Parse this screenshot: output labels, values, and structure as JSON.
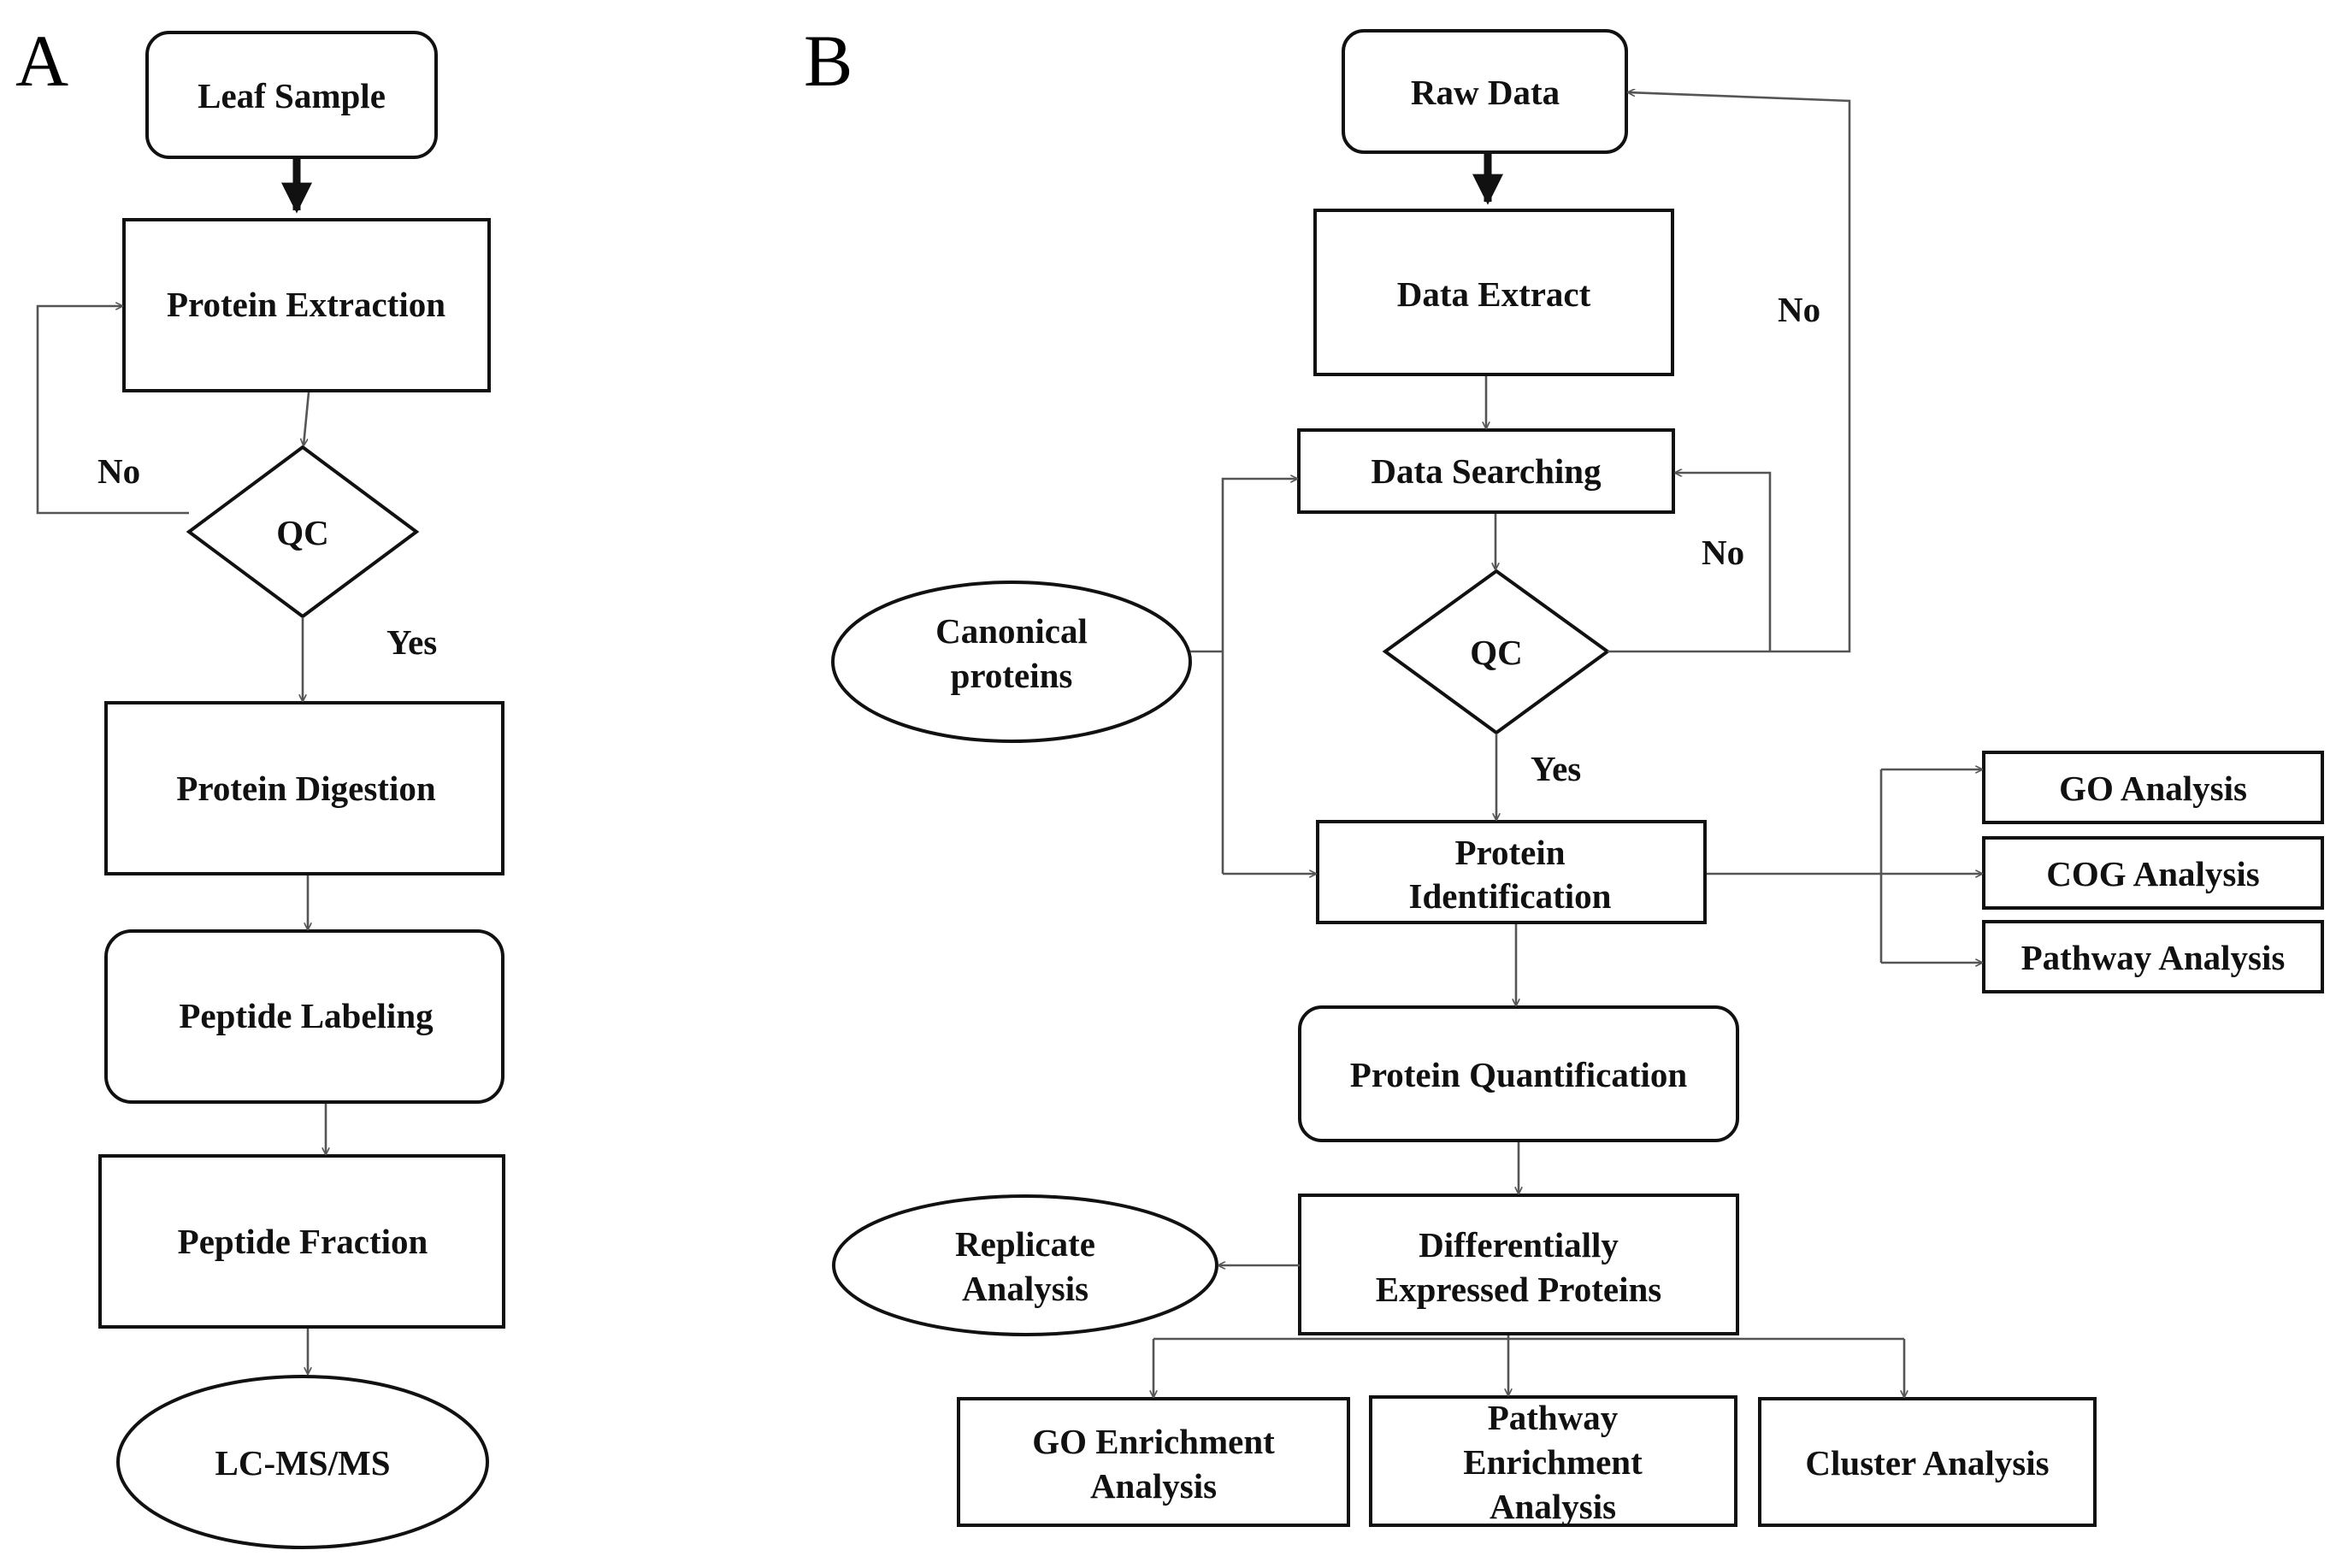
{
  "panels": {
    "a": "A",
    "b": "B"
  },
  "a": {
    "leaf_sample": "Leaf Sample",
    "protein_extraction": "Protein Extraction",
    "qc": "QC",
    "no": "No",
    "yes": "Yes",
    "protein_digestion": "Protein Digestion",
    "peptide_labeling": "Peptide Labeling",
    "peptide_fraction": "Peptide Fraction",
    "lcms": "LC-MS/MS"
  },
  "b": {
    "raw_data": "Raw Data",
    "data_extract": "Data Extract",
    "data_searching": "Data Searching",
    "qc": "QC",
    "no_outer": "No",
    "no_inner": "No",
    "yes": "Yes",
    "canonical_line1": "Canonical",
    "canonical_line2": "proteins",
    "protein_identification_line1": "Protein",
    "protein_identification_line2": "Identification",
    "go_analysis": "GO Analysis",
    "cog_analysis": "COG Analysis",
    "pathway_analysis": "Pathway Analysis",
    "protein_quantification": "Protein Quantification",
    "dep_line1": "Differentially",
    "dep_line2": "Expressed Proteins",
    "replicate_line1": "Replicate",
    "replicate_line2": "Analysis",
    "go_enrichment_line1": "GO Enrichment",
    "go_enrichment_line2": "Analysis",
    "pathway_enrichment_line1": "Pathway",
    "pathway_enrichment_line2": "Enrichment",
    "pathway_enrichment_line3": "Analysis",
    "cluster_analysis": "Cluster Analysis"
  }
}
